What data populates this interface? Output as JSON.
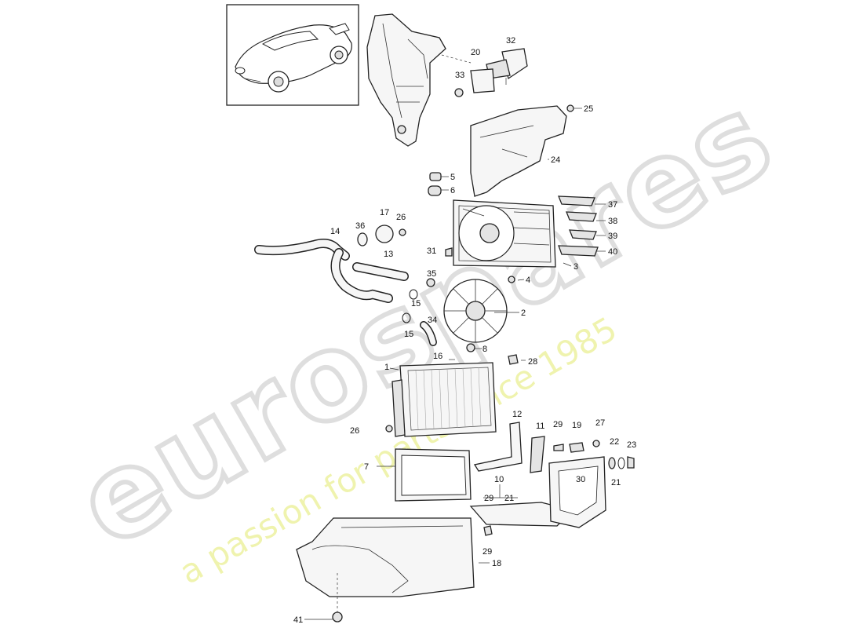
{
  "watermark": {
    "brand": "eurospares",
    "tagline": "a passion for parts since 1985"
  },
  "callouts": [
    {
      "id": "c1",
      "text": "1"
    },
    {
      "id": "c2",
      "text": "2"
    },
    {
      "id": "c3",
      "text": "3"
    },
    {
      "id": "c4",
      "text": "4"
    },
    {
      "id": "c5",
      "text": "5"
    },
    {
      "id": "c6",
      "text": "6"
    },
    {
      "id": "c7",
      "text": "7"
    },
    {
      "id": "c8",
      "text": "8"
    },
    {
      "id": "c10",
      "text": "10"
    },
    {
      "id": "c11",
      "text": "11"
    },
    {
      "id": "c12",
      "text": "12"
    },
    {
      "id": "c13",
      "text": "13"
    },
    {
      "id": "c14",
      "text": "14"
    },
    {
      "id": "c15a",
      "text": "15"
    },
    {
      "id": "c15b",
      "text": "15"
    },
    {
      "id": "c16",
      "text": "16"
    },
    {
      "id": "c17",
      "text": "17"
    },
    {
      "id": "c18",
      "text": "18"
    },
    {
      "id": "c19",
      "text": "19"
    },
    {
      "id": "c20",
      "text": "20"
    },
    {
      "id": "c21a",
      "text": "21"
    },
    {
      "id": "c21b",
      "text": "21"
    },
    {
      "id": "c22",
      "text": "22"
    },
    {
      "id": "c23",
      "text": "23"
    },
    {
      "id": "c24",
      "text": "24"
    },
    {
      "id": "c25",
      "text": "25"
    },
    {
      "id": "c26a",
      "text": "26"
    },
    {
      "id": "c26b",
      "text": "26"
    },
    {
      "id": "c27",
      "text": "27"
    },
    {
      "id": "c28",
      "text": "28"
    },
    {
      "id": "c29a",
      "text": "29"
    },
    {
      "id": "c29b",
      "text": "29"
    },
    {
      "id": "c29c",
      "text": "29"
    },
    {
      "id": "c30",
      "text": "30"
    },
    {
      "id": "c31",
      "text": "31"
    },
    {
      "id": "c32",
      "text": "32"
    },
    {
      "id": "c33",
      "text": "33"
    },
    {
      "id": "c34",
      "text": "34"
    },
    {
      "id": "c35",
      "text": "35"
    },
    {
      "id": "c36",
      "text": "36"
    },
    {
      "id": "c37",
      "text": "37"
    },
    {
      "id": "c38",
      "text": "38"
    },
    {
      "id": "c39",
      "text": "39"
    },
    {
      "id": "c40",
      "text": "40"
    },
    {
      "id": "c41",
      "text": "41"
    }
  ],
  "colors": {
    "watermark_gray": "#e4e4e4",
    "watermark_yellow": "#eef2a0",
    "line": "#222222"
  }
}
